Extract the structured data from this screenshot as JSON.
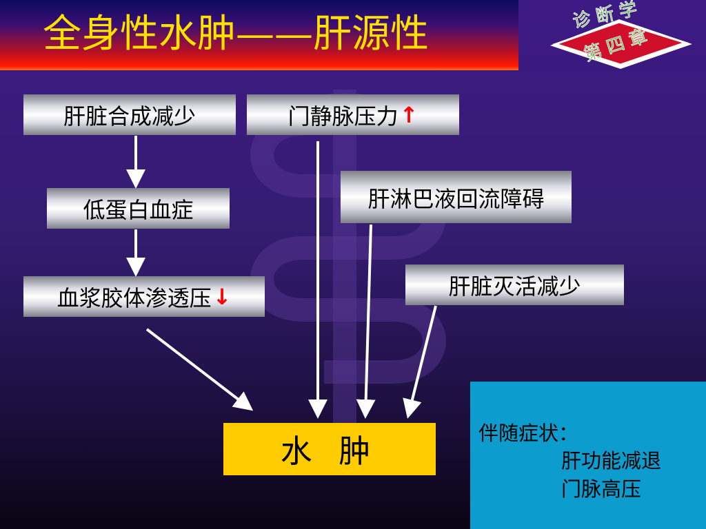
{
  "slide": {
    "title": "全身性水肿——肝源性",
    "emblem": {
      "top_text": "诊 断 学",
      "bottom_text": "第 四 章"
    }
  },
  "diagram": {
    "nodes": {
      "liver_synthesis_decrease": "肝脏合成减少",
      "portal_pressure": "门静脉压力",
      "portal_pressure_arrow": "↑",
      "hypoalbuminemia": "低蛋白血症",
      "lymph_return_obstruction": "肝淋巴液回流障碍",
      "colloid_osmotic_pressure": "血浆胶体渗透压",
      "colloid_osmotic_pressure_arrow": "↓",
      "liver_inactivation_decrease": "肝脏灭活减少",
      "edema": "水 肿"
    },
    "edges": [
      {
        "from": "liver_synthesis_decrease",
        "to": "hypoalbuminemia"
      },
      {
        "from": "hypoalbuminemia",
        "to": "colloid_osmotic_pressure"
      },
      {
        "from": "colloid_osmotic_pressure",
        "to": "edema"
      },
      {
        "from": "portal_pressure",
        "to": "edema"
      },
      {
        "from": "lymph_return_obstruction",
        "to": "edema"
      },
      {
        "from": "liver_inactivation_decrease",
        "to": "edema"
      }
    ]
  },
  "side_panel": {
    "title": "伴随症状：",
    "items": [
      "肝功能减退",
      "门脉高压"
    ]
  },
  "colors": {
    "title_text": "#ffe100",
    "edema_box": "#ffcc00",
    "side_panel": "#0c9ccd",
    "up_down_arrows": "#ff0000"
  }
}
